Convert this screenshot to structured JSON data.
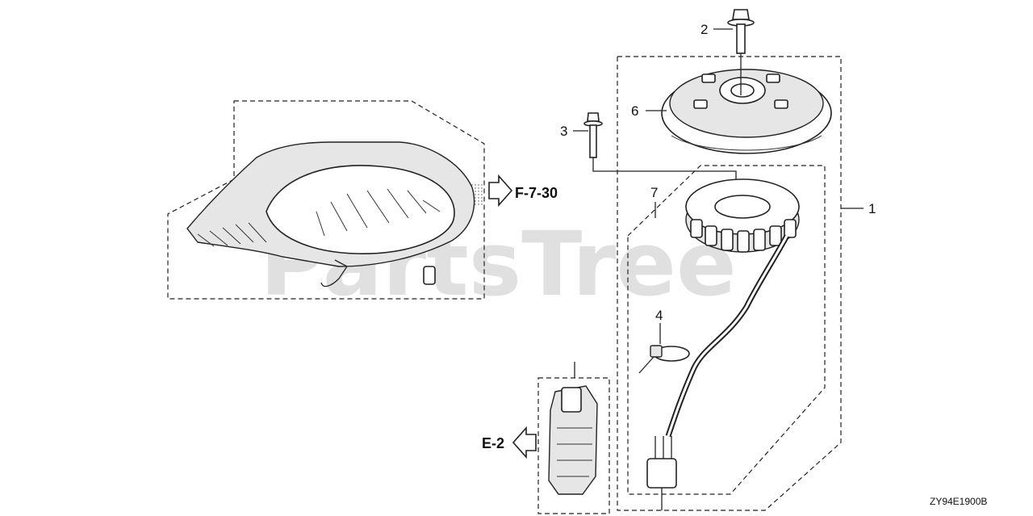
{
  "watermark": {
    "text": "PartsTree",
    "trademark": "™"
  },
  "callouts": [
    {
      "id": "callout-1",
      "text": "1"
    },
    {
      "id": "callout-2",
      "text": "2"
    },
    {
      "id": "callout-3",
      "text": "3"
    },
    {
      "id": "callout-4",
      "text": "4"
    },
    {
      "id": "callout-6",
      "text": "6"
    },
    {
      "id": "callout-7",
      "text": "7"
    }
  ],
  "references": {
    "right": "F-7-30",
    "left": "E-2"
  },
  "diagram_code": "ZY94E1900B"
}
